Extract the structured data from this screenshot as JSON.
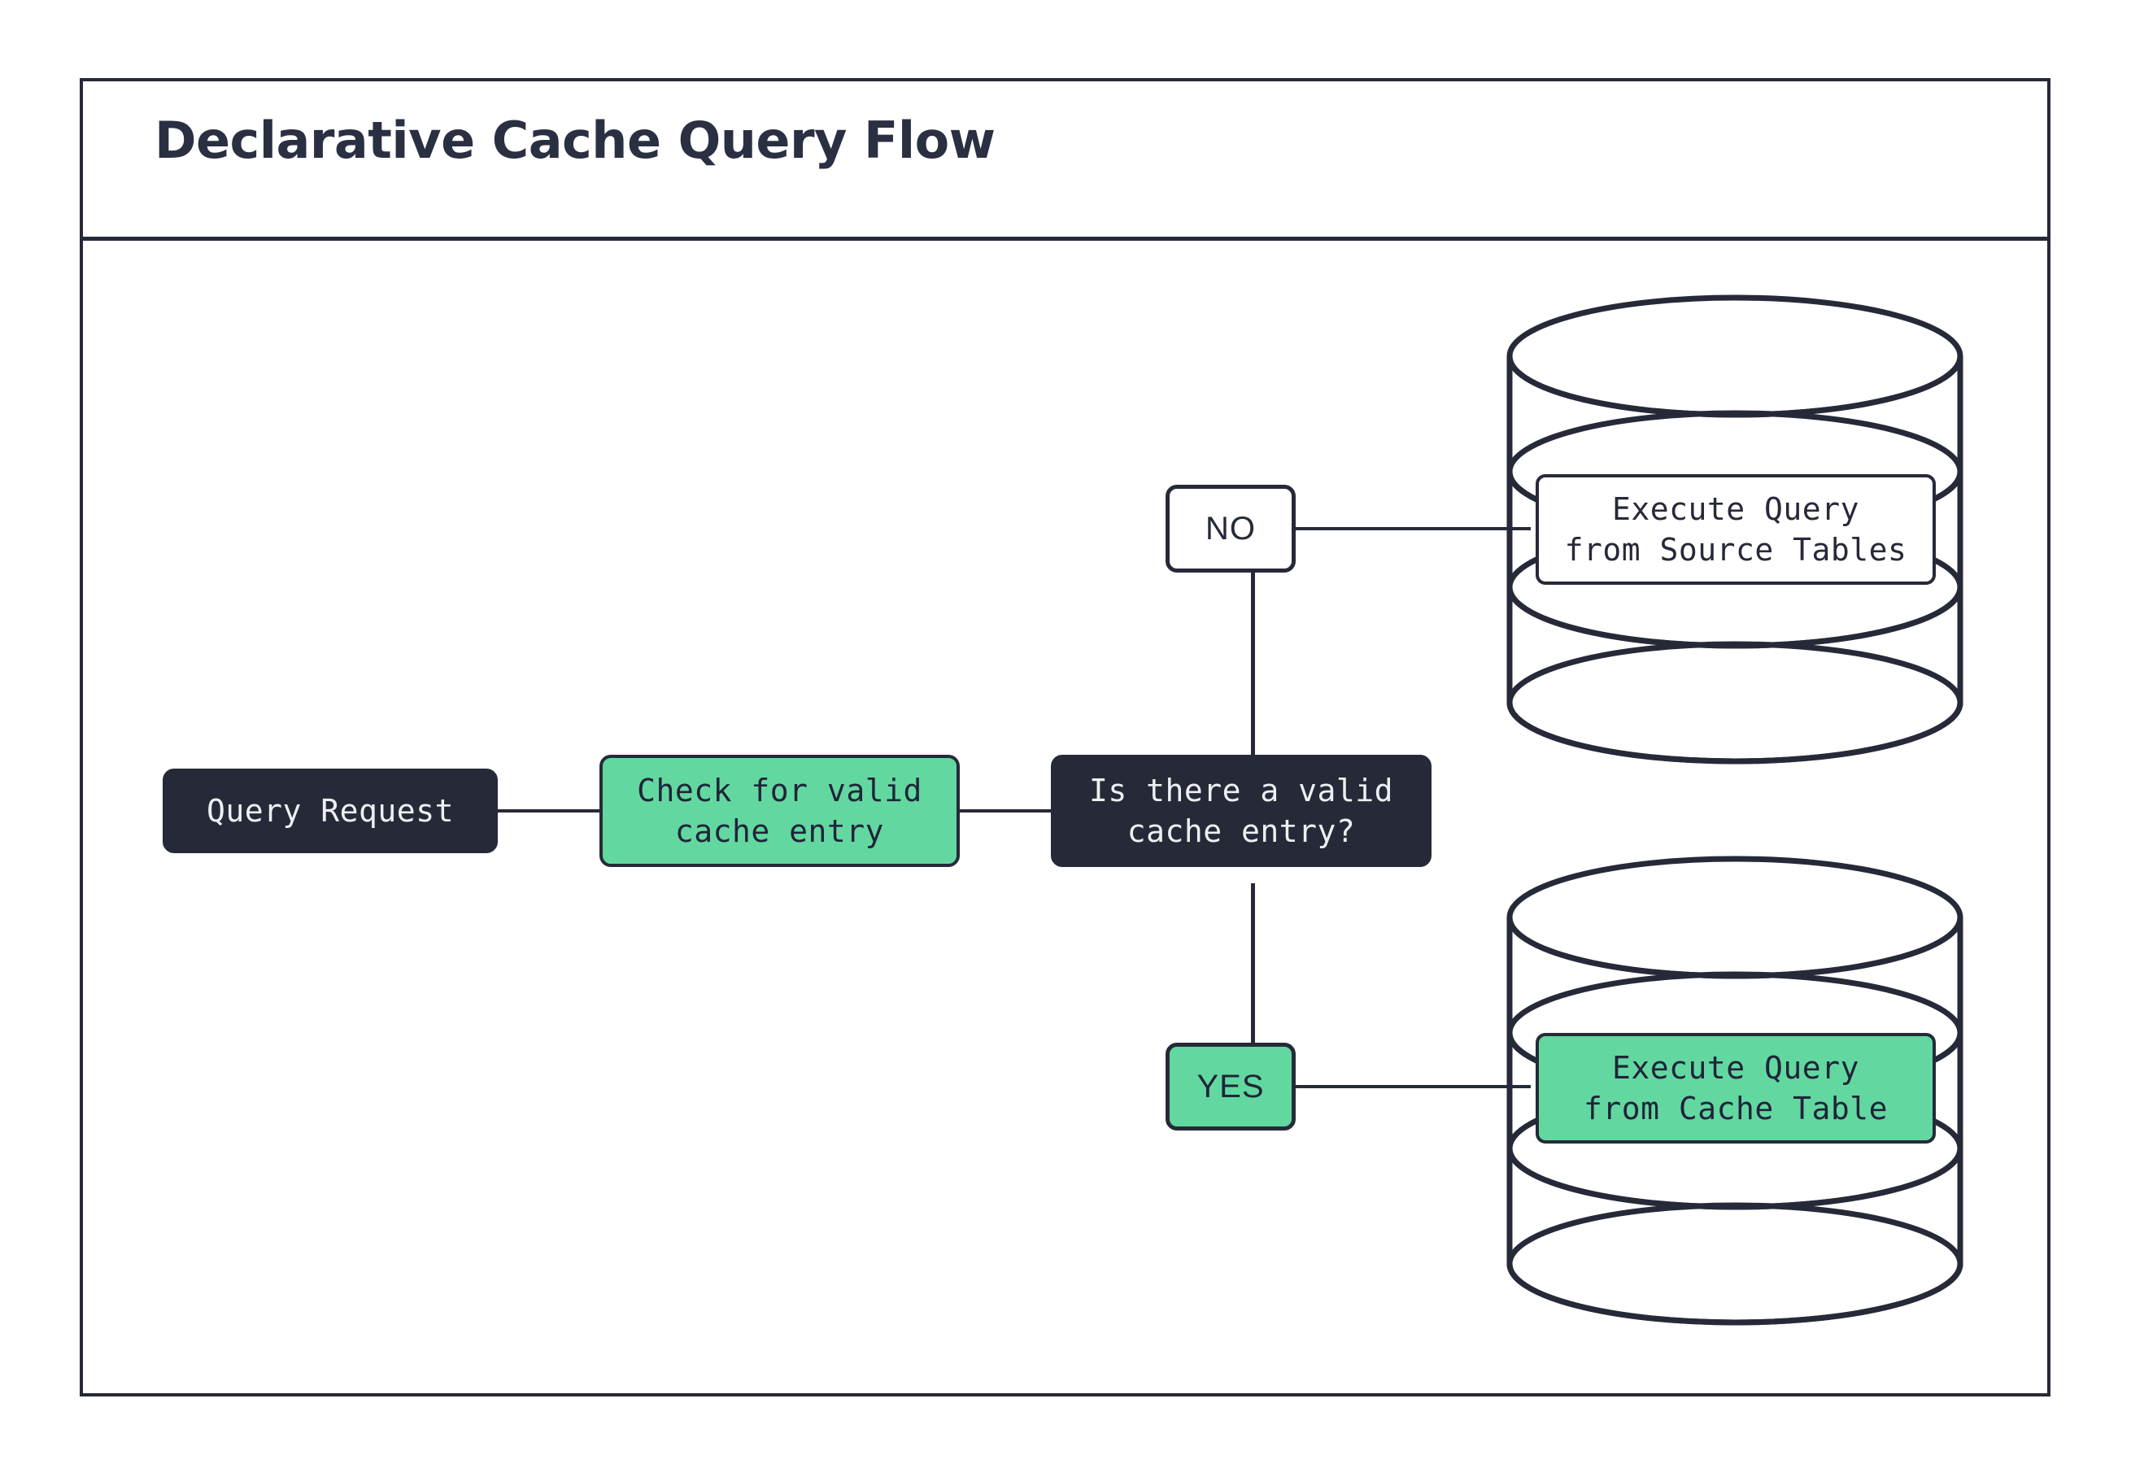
{
  "diagram": {
    "title": "Declarative Cache Query Flow",
    "colors": {
      "dark": "#262A38",
      "green": "#62D8A0",
      "white": "#FFFFFF",
      "title_text": "#2A2F42"
    },
    "nodes": {
      "query_request": "Query Request",
      "check_cache": "Check for valid\ncache entry",
      "decision": "Is there a valid\ncache entry?",
      "source_db_label": "Execute Query\nfrom Source Tables",
      "cache_db_label": "Execute Query\nfrom Cache Table"
    },
    "branches": {
      "no": "NO",
      "yes": "YES"
    },
    "shapes": {
      "source_database": "database-cylinder",
      "cache_database": "database-cylinder"
    }
  }
}
